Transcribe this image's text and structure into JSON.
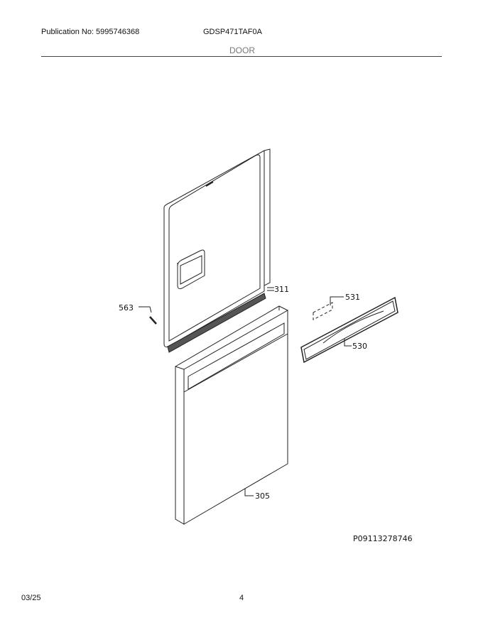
{
  "header": {
    "publication": "Publication No: 5995746368",
    "model": "GDSP471TAF0A",
    "section": "DOOR"
  },
  "diagram": {
    "parts": [
      {
        "number": "311"
      },
      {
        "number": "563"
      },
      {
        "number": "531"
      },
      {
        "number": "530"
      },
      {
        "number": "305"
      }
    ],
    "drawing_code": "P09113278746"
  },
  "footer": {
    "date": "03/25",
    "page": "4"
  }
}
